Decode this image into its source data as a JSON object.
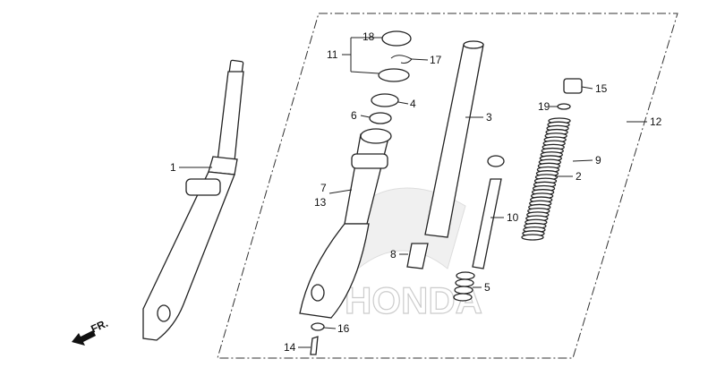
{
  "diagram": {
    "direction_label": "FR.",
    "watermark": "HONDA",
    "callouts": {
      "c1": "1",
      "c2": "2",
      "c3": "3",
      "c4": "4",
      "c5": "5",
      "c6": "6",
      "c7": "7",
      "c8": "8",
      "c9": "9",
      "c10": "10",
      "c11": "11",
      "c12": "12",
      "c13": "13",
      "c14": "14",
      "c15": "15",
      "c16": "16",
      "c17": "17",
      "c18": "18",
      "c19": "19"
    }
  }
}
